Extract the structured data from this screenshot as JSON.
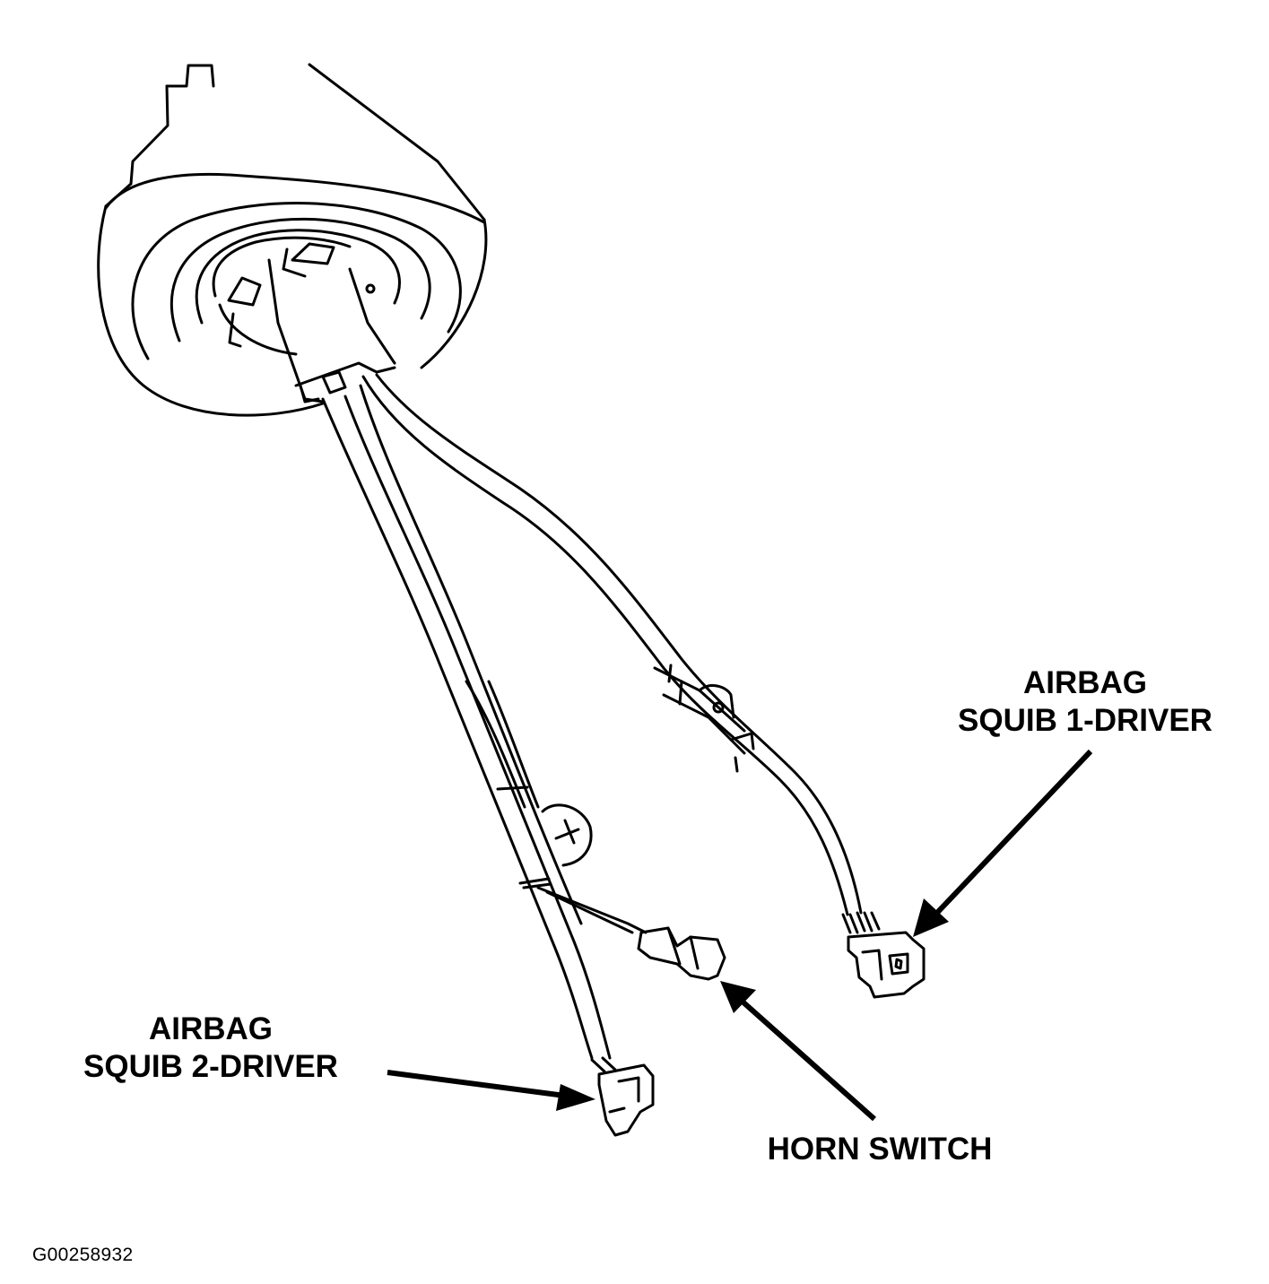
{
  "labels": {
    "squib1_line1": "AIRBAG",
    "squib1_line2": "SQUIB 1-DRIVER",
    "squib2_line1": "AIRBAG",
    "squib2_line2": "SQUIB 2-DRIVER",
    "horn": "HORN SWITCH"
  },
  "figure_id": "G00258932",
  "colors": {
    "ink": "#000000",
    "paper": "#ffffff"
  }
}
